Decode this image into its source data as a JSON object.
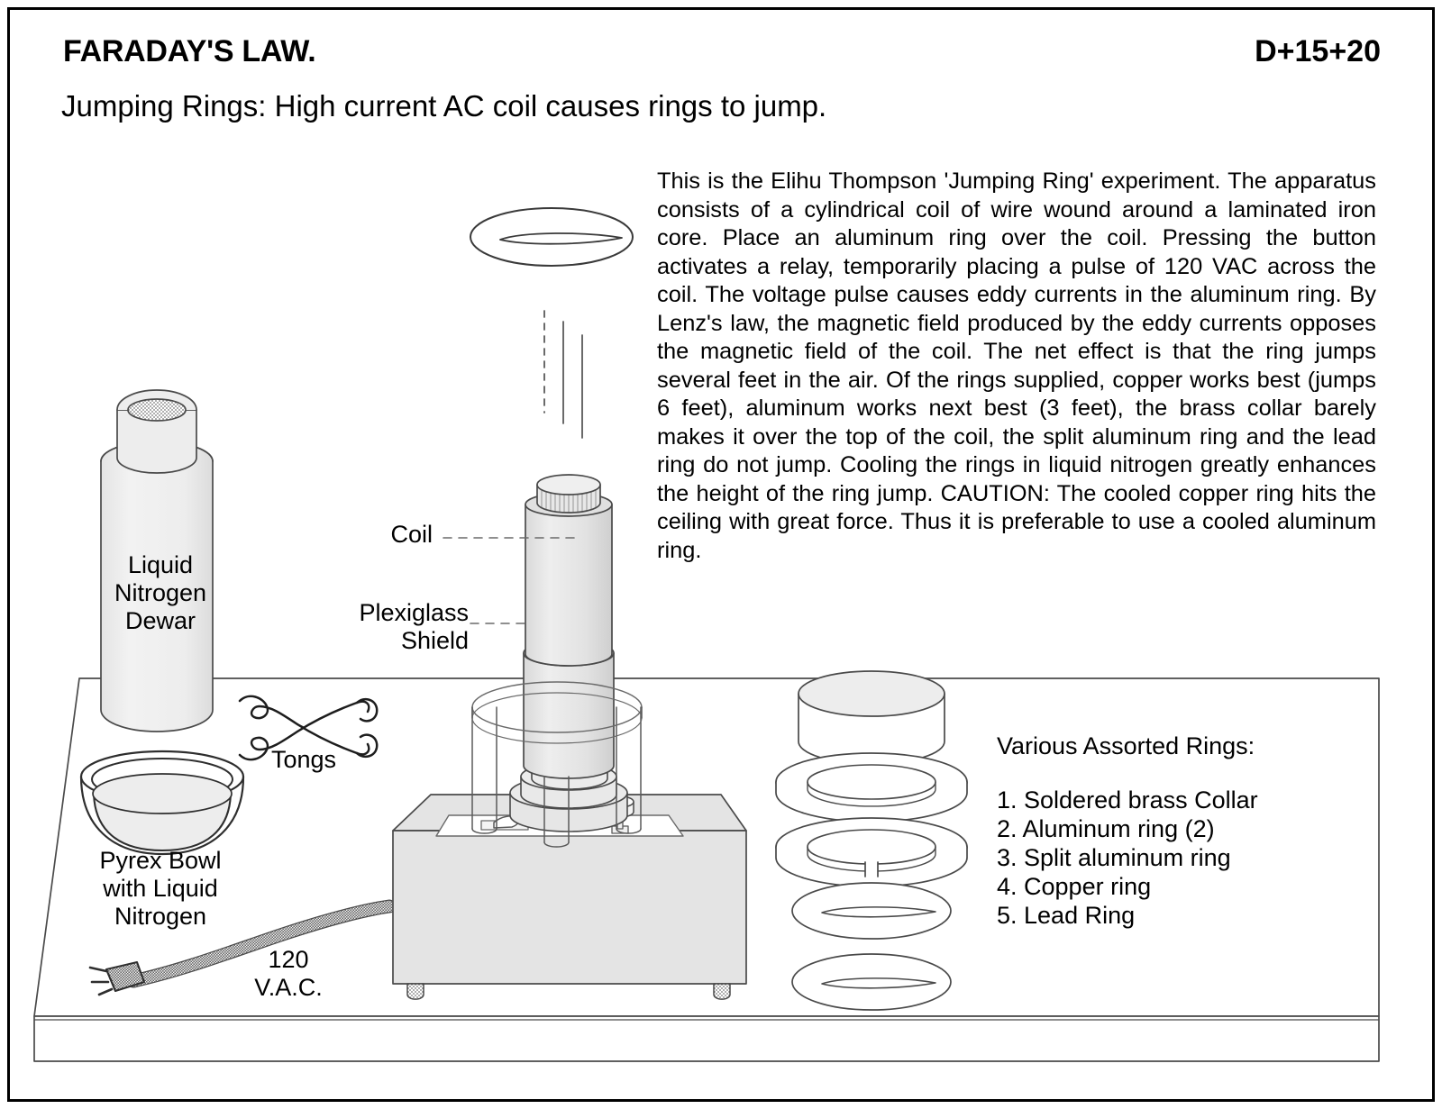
{
  "header": {
    "title": "FARADAY'S LAW.",
    "code": "D+15+20",
    "subtitle": "Jumping Rings: High current AC coil causes rings to jump."
  },
  "description": {
    "text": "This is the Elihu Thompson 'Jumping Ring' experiment. The apparatus consists of a cylindrical coil of wire wound around a laminated iron core.   Place an aluminum ring over the coil.   Pressing the button activates a relay, temporarily placing a pulse of 120 VAC across the coil.   The voltage pulse causes eddy currents in the aluminum ring.   By Lenz's law, the magnetic field produced by the eddy currents opposes the magnetic field of the coil.  The net effect is that the ring jumps several feet in the air.  Of the rings supplied, copper works best (jumps 6 feet), aluminum works next best (3 feet), the brass collar barely makes it over the top of the coil, the split aluminum ring and the lead ring do not jump.  Cooling the rings in liquid nitrogen greatly enhances the height of the ring jump.  CAUTION:  The cooled copper ring hits the ceiling with great force. Thus it is preferable to use a cooled aluminum ring."
  },
  "labels": {
    "dewar": "Liquid\nNitrogen\nDewar",
    "tongs": "Tongs",
    "bowl": "Pyrex Bowl\nwith Liquid\nNitrogen",
    "vac": "120\nV.A.C.",
    "coil": "Coil",
    "plexiglass": "Plexiglass\nShield"
  },
  "rings_legend": {
    "heading": "Various Assorted Rings:",
    "items": [
      "1. Soldered brass Collar",
      "2. Aluminum ring (2)",
      "3. Split aluminum ring",
      "4. Copper ring",
      "5. Lead Ring"
    ]
  },
  "colors": {
    "ink": "#000000",
    "outline": "#3a3a3a",
    "fill_light": "#ececec",
    "fill_white": "#ffffff",
    "stipple": "#9a9a9a",
    "background": "#ffffff"
  }
}
